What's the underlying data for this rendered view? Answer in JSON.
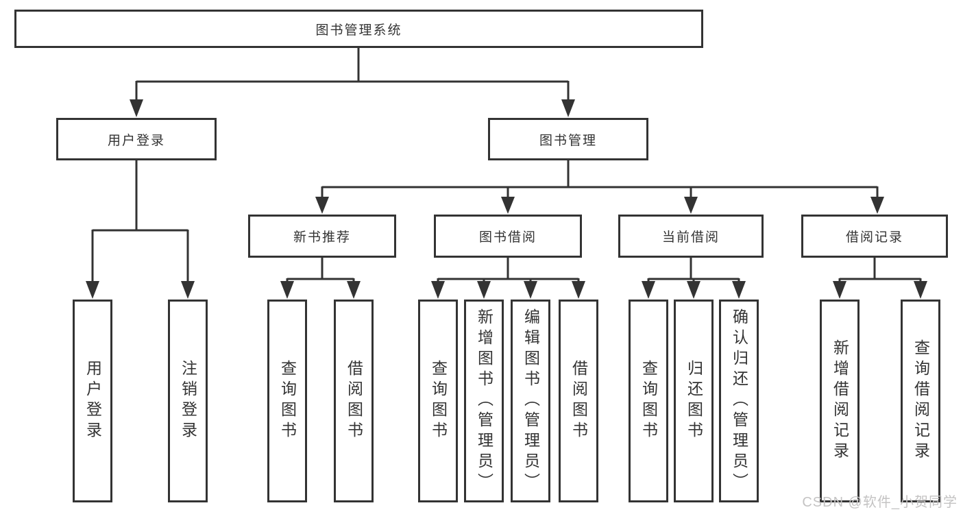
{
  "colors": {
    "line": "#333333",
    "box_border": "#333333",
    "text": "#333333",
    "background": "#ffffff",
    "watermark": "#c4c3c3"
  },
  "tree": {
    "label": "图书管理系统",
    "children": [
      {
        "label": "用户登录",
        "children": [
          {
            "label": "用户登录"
          },
          {
            "label": "注销登录"
          }
        ]
      },
      {
        "label": "图书管理",
        "children": [
          {
            "label": "新书推荐",
            "children": [
              {
                "label": "查询图书"
              },
              {
                "label": "借阅图书"
              }
            ]
          },
          {
            "label": "图书借阅",
            "children": [
              {
                "label": "查询图书"
              },
              {
                "label": "新增图书（管理员）"
              },
              {
                "label": "编辑图书（管理员）"
              },
              {
                "label": "借阅图书"
              }
            ]
          },
          {
            "label": "当前借阅",
            "children": [
              {
                "label": "查询图书"
              },
              {
                "label": "归还图书"
              },
              {
                "label": "确认归还（管理员）"
              }
            ]
          },
          {
            "label": "借阅记录",
            "children": [
              {
                "label": "新增借阅记录"
              },
              {
                "label": "查询借阅记录"
              }
            ]
          }
        ]
      }
    ]
  },
  "watermark": "CSDN @软件_小贺同学"
}
